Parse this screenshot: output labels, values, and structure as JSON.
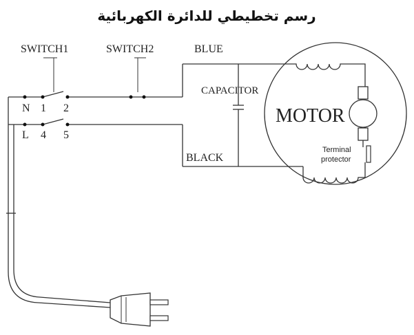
{
  "diagram": {
    "title": "رسم تخطيطي للدائرة الكهربائية",
    "labels": {
      "switch1": "SWITCH1",
      "switch2": "SWITCH2",
      "blue": "BLUE",
      "black": "BLACK",
      "capacitor": "CAPACITOR",
      "motor": "MOTOR",
      "terminal_protector_line1": "Terminal",
      "terminal_protector_line2": "protector",
      "n": "N",
      "l": "L",
      "t1": "1",
      "t2": "2",
      "t4": "4",
      "t5": "5"
    }
  }
}
